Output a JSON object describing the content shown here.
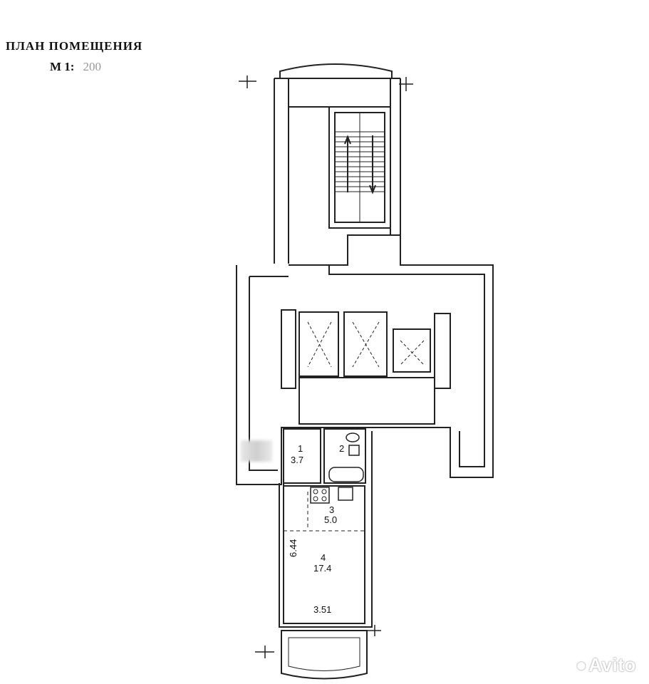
{
  "title": "ПЛАН ПОМЕЩЕНИЯ",
  "scale": {
    "prefix": "М 1:",
    "value": "200"
  },
  "rooms": [
    {
      "number": "1",
      "area": "3.7"
    },
    {
      "number": "2",
      "area": ""
    },
    {
      "number": "3",
      "area": "5.0"
    },
    {
      "number": "4",
      "area": "17.4"
    }
  ],
  "dimensions": {
    "length": "6.44",
    "width": "3.51"
  },
  "watermark": "Avito"
}
